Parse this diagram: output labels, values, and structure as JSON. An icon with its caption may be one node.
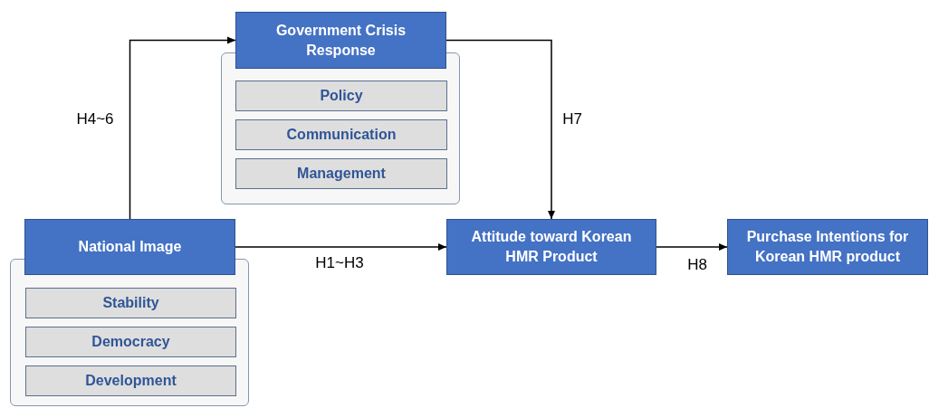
{
  "diagram": {
    "nodes": [
      {
        "text": [
          "Government Crisis Response"
        ]
      },
      {
        "text": [],
        "shape": "box"
      },
      {
        "text": [
          "Policy"
        ],
        "in": 1
      },
      {
        "text": [
          "Communication"
        ],
        "in": 1
      },
      {
        "text": [
          "Management"
        ],
        "in": 1
      },
      {
        "text": [
          "National Image"
        ]
      },
      {
        "text": [],
        "shape": "box"
      },
      {
        "text": [
          "Stability"
        ],
        "in": 6
      },
      {
        "text": [
          "Democracy"
        ],
        "in": 6
      },
      {
        "text": [
          "Development"
        ],
        "in": 6
      },
      {
        "text": [
          "Attitude toward Korean HMR Product"
        ]
      },
      {
        "text": [
          "Purchase Intentions for Korean HMR  product"
        ]
      }
    ],
    "edges": [
      {
        "from": 5,
        "to": 0,
        "arrow": "to",
        "label": "H4~6"
      },
      {
        "from": 0,
        "to": 10,
        "arrow": "to",
        "label": "H7"
      },
      {
        "from": 5,
        "to": 10,
        "arrow": "to",
        "label": "H1~H3"
      },
      {
        "from": 10,
        "to": 11,
        "arrow": "to",
        "label": "H8"
      }
    ]
  }
}
